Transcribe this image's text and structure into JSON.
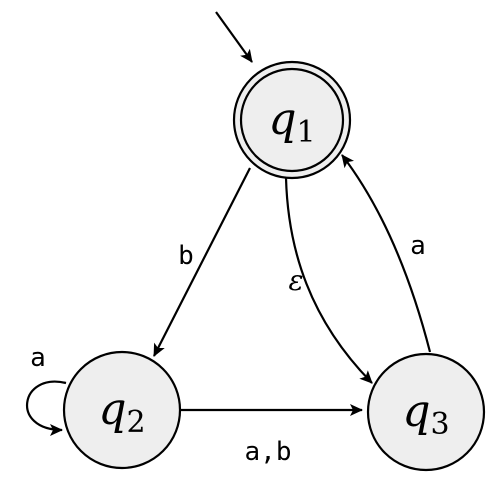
{
  "colors": {
    "state_fill": "#eeeeee",
    "stroke": "#000000",
    "background": "#ffffff"
  },
  "states": {
    "q1": {
      "name": "q",
      "sub": "1",
      "accepting": true,
      "initial": true
    },
    "q2": {
      "name": "q",
      "sub": "2",
      "accepting": false,
      "initial": false
    },
    "q3": {
      "name": "q",
      "sub": "3",
      "accepting": false,
      "initial": false
    }
  },
  "transitions": {
    "q1_q2": {
      "from": "q1",
      "to": "q2",
      "label": "b"
    },
    "q1_q3": {
      "from": "q1",
      "to": "q3",
      "label": "ε"
    },
    "q3_q1": {
      "from": "q3",
      "to": "q1",
      "label": "a"
    },
    "q2_q2": {
      "from": "q2",
      "to": "q2",
      "label": "a"
    },
    "q2_q3": {
      "from": "q2",
      "to": "q3",
      "label": "a,b"
    }
  }
}
